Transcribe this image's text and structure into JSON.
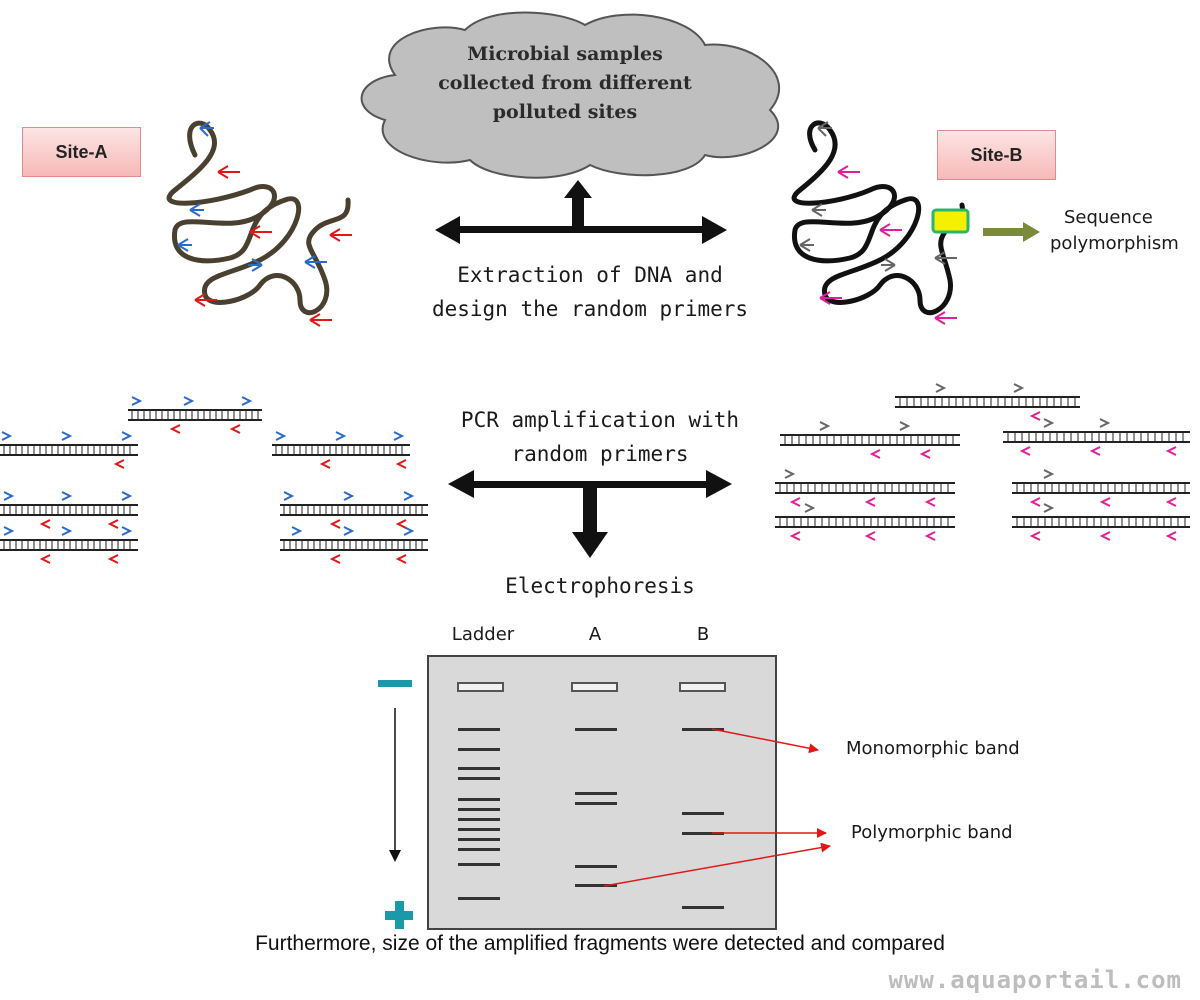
{
  "cloud": {
    "line1": "Microbial samples",
    "line2": "collected from different",
    "line3": "polluted sites"
  },
  "sites": {
    "a_label": "Site-A",
    "b_label": "Site-B"
  },
  "sequence_label": {
    "line1": "Sequence",
    "line2": "polymorphism"
  },
  "extraction": {
    "line1": "Extraction of DNA and",
    "line2": "design the random primers"
  },
  "pcr": {
    "line1": "PCR amplification with",
    "line2": "random primers"
  },
  "electrophoresis": {
    "title": "Electrophoresis",
    "lanes": [
      "Ladder",
      "A",
      "B"
    ],
    "monomorphic_label": "Monomorphic band",
    "polymorphic_label": "Polymorphic band"
  },
  "footer": "Furthermore, size of the amplified fragments were detected and compared",
  "watermark": "www.aquaportail.com",
  "colors": {
    "site_box": "#f7b9b9",
    "dna_a": "#4a4030",
    "dna_b": "#111111",
    "primer_blue": "#2a6ac8",
    "primer_red": "#e01818",
    "primer_pink": "#e0209a",
    "primer_gray": "#666666",
    "polymorphism_box": "#f5f000",
    "polymorphism_border": "#2bb56f",
    "gel": "#d9d9d9",
    "electrode": "#1a9aa8"
  }
}
